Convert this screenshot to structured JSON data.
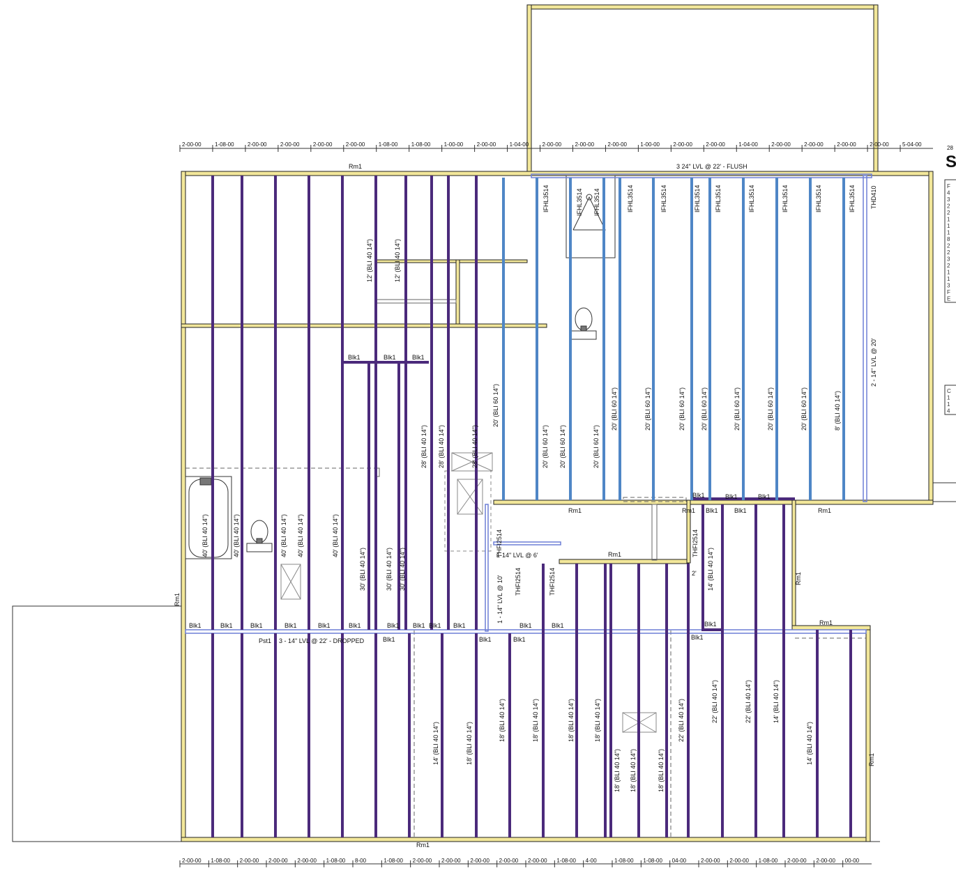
{
  "colors": {
    "wall": "#f2e79a",
    "wall_edge": "#222222",
    "joist_purple": "#4b2a7b",
    "joist_blue": "#4f86c6",
    "beam": "#6d7fd6"
  },
  "dims_top": [
    "2-00-00",
    "1-08-00",
    "2-00-00",
    "2-00-00",
    "2-00-00",
    "2-00-00",
    "1-08-00",
    "1-08-00",
    "1-00-00",
    "2-00-00",
    "1-04-00",
    "2-00-00",
    "2-00-00",
    "2-00-00",
    "1-00-00",
    "2-00-00",
    "2-00-00",
    "1-04-00",
    "2-00-00",
    "2-00-00",
    "2-00-00",
    "2-00-00",
    "5-04-00"
  ],
  "dims_bottom": [
    "2-00-00",
    "1-08-00",
    "2-00-00",
    "2-00-00",
    "2-00-00",
    "1-08-00",
    "8-00",
    "1-08-00",
    "2-00-00",
    "2-00-00",
    "2-00-00",
    "2-00-00",
    "2-00-00",
    "1-08-00",
    "4-00",
    "1-08-00",
    "1-08-00",
    "04-00",
    "2-00-00",
    "2-00-00",
    "1-08-00",
    "2-00-00",
    "2-00-00",
    "00-00"
  ],
  "beams": {
    "top_flush": "3 24\" LVL @ 22' - FLUSH",
    "dropped": "3 - 14\" LVL @ 22' - DROPPED",
    "lvl6": "1-14\" LVL @ 6'",
    "lvl10": "1 - 14\" LVL @ 10'",
    "lvl20": "2 - 14\" LVL @ 20'"
  },
  "labels": {
    "rm1": "Rm1",
    "blk1": "Blk1",
    "pst1": "Pst1",
    "two": "2'",
    "hanger_ifhl": "IFHL3514",
    "hanger_thd": "THD410",
    "hanger_thfi": "THFI2514"
  },
  "joist_labels": [
    {
      "id": "j40a",
      "text": "40' (BLI 40 14\")"
    },
    {
      "id": "j40b",
      "text": "40' (BLI 40 14\")"
    },
    {
      "id": "j40c",
      "text": "40' (BLI 40 14\")"
    },
    {
      "id": "j40d",
      "text": "40' (BLI 40 14\")"
    },
    {
      "id": "j40e",
      "text": "40' (BLI 40 14\")"
    },
    {
      "id": "j12a",
      "text": "12' (BLI 40 14\")"
    },
    {
      "id": "j12b",
      "text": "12' (BLI 40 14\")"
    },
    {
      "id": "j30a",
      "text": "30' (BLI 40 14\")"
    },
    {
      "id": "j30b",
      "text": "30' (BLI 40 14\")"
    },
    {
      "id": "j30c",
      "text": "30' (BLI 40 14\")"
    },
    {
      "id": "j28a",
      "text": "28' (BLI 40 14\")"
    },
    {
      "id": "j28b",
      "text": "28' (BLI 40 14\")"
    },
    {
      "id": "j28c",
      "text": "28' (BLI 40 14\")"
    },
    {
      "id": "j20a",
      "text": "20' (BLI 60 14\")"
    },
    {
      "id": "j20b",
      "text": "20' (BLI 60 14\")"
    },
    {
      "id": "j20c",
      "text": "20' (BLI 60 14\")"
    },
    {
      "id": "j20d",
      "text": "20' (BLI 60 14\")"
    },
    {
      "id": "j20e",
      "text": "20' (BLI 60 14\")"
    },
    {
      "id": "j20f",
      "text": "20' (BLI 60 14\")"
    },
    {
      "id": "j20g",
      "text": "20' (BLI 60 14\")"
    },
    {
      "id": "j20h",
      "text": "20' (BLI 60 14\")"
    },
    {
      "id": "j20i",
      "text": "20' (BLI 60 14\")"
    },
    {
      "id": "j20j",
      "text": "20' (BLI 60 14\")"
    },
    {
      "id": "j20k",
      "text": "20' (BLI 60 14\")"
    },
    {
      "id": "j8",
      "text": "8' (BLI 40 14\")"
    },
    {
      "id": "j14a",
      "text": "14' (BLI 40 14\")"
    },
    {
      "id": "j14b",
      "text": "14' (BLI 40 14\")"
    },
    {
      "id": "j18a",
      "text": "18' (BLI 40 14\")"
    },
    {
      "id": "j18b",
      "text": "18' (BLI 40 14\")"
    },
    {
      "id": "j18c",
      "text": "18' (BLI 40 14\")"
    },
    {
      "id": "j18d",
      "text": "18' (BLI 40 14\")"
    },
    {
      "id": "j18e",
      "text": "18' (BLI 40 14\")"
    },
    {
      "id": "j18f",
      "text": "18' (BLI 40 14\")"
    },
    {
      "id": "j18g",
      "text": "18' (BLI 40 14\")"
    },
    {
      "id": "j18h",
      "text": "18' (BLI 40 14\")"
    },
    {
      "id": "j22a",
      "text": "22' (BLI 40 14\")"
    },
    {
      "id": "j22b",
      "text": "22' (BLI 40 14\")"
    },
    {
      "id": "j22c",
      "text": "22' (BLI 40 14\")"
    },
    {
      "id": "j14c",
      "text": "14' (BLI 40 14\")"
    },
    {
      "id": "j14d",
      "text": "14' (BLI 40 14\")"
    }
  ],
  "side_title": {
    "number": "28",
    "letter": "S",
    "rows": [
      "F",
      "4",
      "3",
      "2",
      "2",
      "1",
      "1",
      "1",
      "8",
      "2",
      "2",
      "3",
      "2",
      "1",
      "1",
      "3",
      "F",
      "E"
    ],
    "rows2": [
      "C",
      "1",
      "1",
      "4"
    ]
  }
}
